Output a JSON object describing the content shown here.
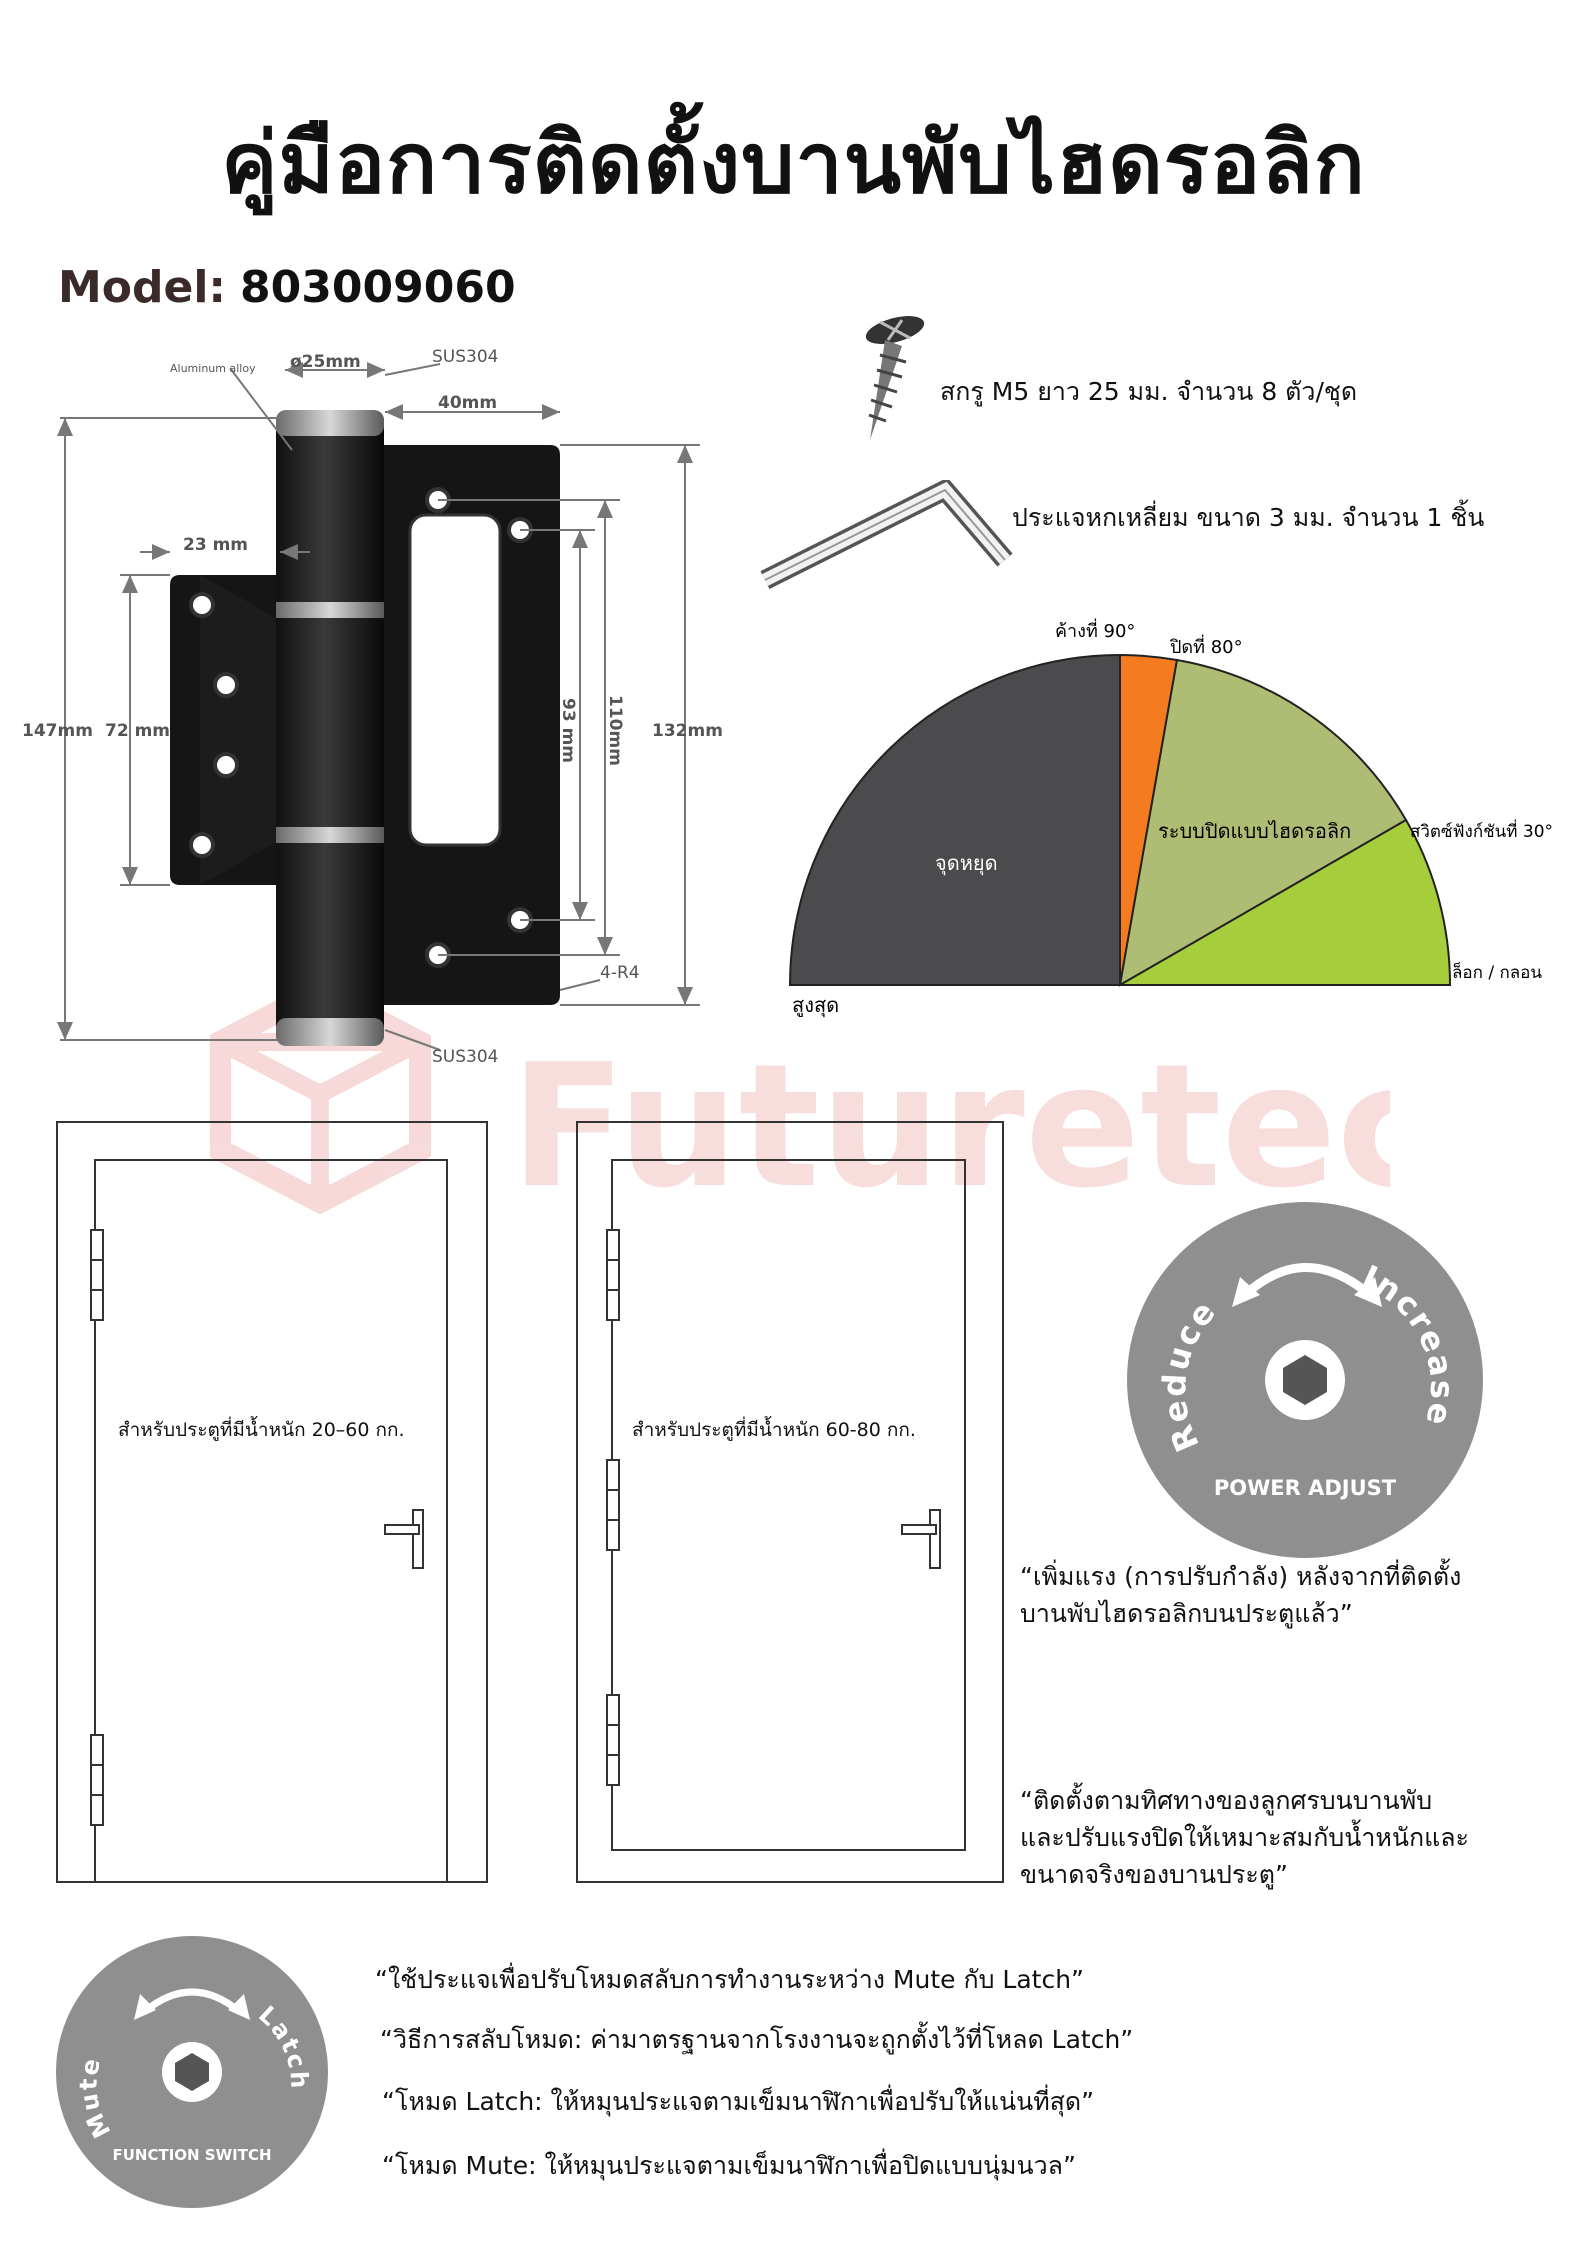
{
  "title": "คู่มือการติดตั้งบานพับไฮดรอลิก",
  "model": {
    "label": "Model:",
    "number": "803009060"
  },
  "hinge_diagram": {
    "material_label": "Aluminum alloy",
    "top_steel": "SUS304",
    "bottom_steel": "SUS304",
    "dims": {
      "diameter": "ø25mm",
      "width": "40mm",
      "left_leaf": "23 mm",
      "total_height": "147mm",
      "left_height": "72 mm",
      "hole_span_93": "93 mm",
      "hole_span_110": "110mm",
      "right_height": "132mm",
      "radius": "4-R4"
    }
  },
  "accessories": {
    "screw": "สกรู M5 ยาว 25 มม. จำนวน 8 ตัว/ชุด",
    "hex_key": "ประแจหกเหลี่ยม ขนาด 3 มม. จำนวน 1 ชิ้น"
  },
  "angle_chart": {
    "hold_90": "ค้างที่ 90°",
    "close_80": "ปิดที่ 80°",
    "stop": "จุดหยุด",
    "hydraulic": "ระบบปิดแบบไฮดรอลิก",
    "switch_30": "สวิตซ์ฟังก์ชันที่ 30°",
    "lock": "ล็อก / กลอน",
    "max": "สูงสุด",
    "colors": {
      "stop": "#4b4b4d",
      "hold": "#f47b20",
      "hydraulic": "#aebd73",
      "switch": "#a6cd3c"
    }
  },
  "watermark": "Futuretech",
  "doors": {
    "door1_caption": "สำหรับประตูที่มีน้ำหนัก 20–60 กก.",
    "door2_caption": "สำหรับประตูที่มีน้ำหนัก 60-80 กก."
  },
  "power_dial": {
    "reduce": "Reduce",
    "increase": "Increase",
    "label": "POWER ADJUST"
  },
  "power_note": [
    "“เพิ่มแรง (การปรับกำลัง) หลังจากที่ติดตั้ง",
    "บานพับไฮดรอลิกบนประตูแล้ว”"
  ],
  "install_note": [
    "“ติดตั้งตามทิศทางของลูกศรบนบานพับ",
    "และปรับแรงปิดให้เหมาะสมกับน้ำหนักและ",
    "ขนาดจริงของบานประตู”"
  ],
  "function_dial": {
    "mute": "Mute",
    "latch": "Latch",
    "label": "FUNCTION SWITCH"
  },
  "function_notes": [
    "“ใช้ประแจเพื่อปรับโหมดสลับการทำงานระหว่าง Mute กับ Latch”",
    "“วิธีการสลับโหมด: ค่ามาตรฐานจากโรงงานจะถูกตั้งไว้ที่โหลด Latch”",
    "“โหมด Latch: ให้หมุนประแจตามเข็มนาฬิกาเพื่อปรับให้แน่นที่สุด”",
    "“โหมด Mute: ให้หมุนประแจตามเข็มนาฬิกาเพื่อปิดแบบนุ่มนวล”"
  ]
}
